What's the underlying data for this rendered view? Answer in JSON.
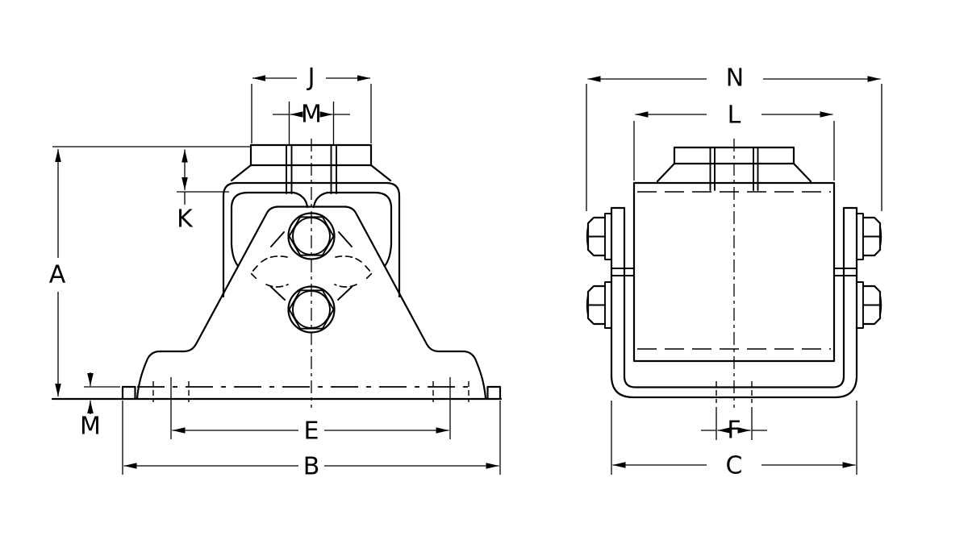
{
  "page": {
    "background": "#ffffff",
    "line_color": "#000000",
    "description": "Two-view dimensioned technical drawing of an engine-mount style bracket"
  },
  "front_view": {
    "name": "front-view",
    "labels": {
      "j": "J",
      "m_top": "M",
      "k": "K",
      "a": "A",
      "m_bottom": "M",
      "e": "E",
      "b": "B"
    }
  },
  "side_view": {
    "name": "side-view",
    "labels": {
      "n": "N",
      "l": "L",
      "f": "F",
      "c": "C"
    }
  }
}
